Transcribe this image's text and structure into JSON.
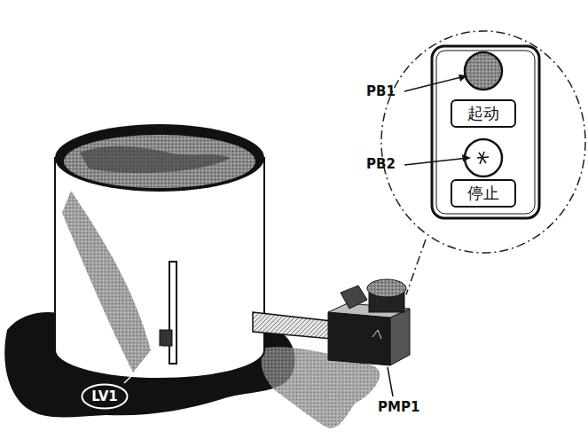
{
  "diagram": {
    "nodes": [
      {
        "text": [
          "起动"
        ]
      },
      {
        "text": [
          "停止"
        ]
      },
      {
        "text": [
          "LV1"
        ]
      }
    ],
    "labels": [
      "PB1",
      "PB2",
      "PMP1"
    ]
  }
}
